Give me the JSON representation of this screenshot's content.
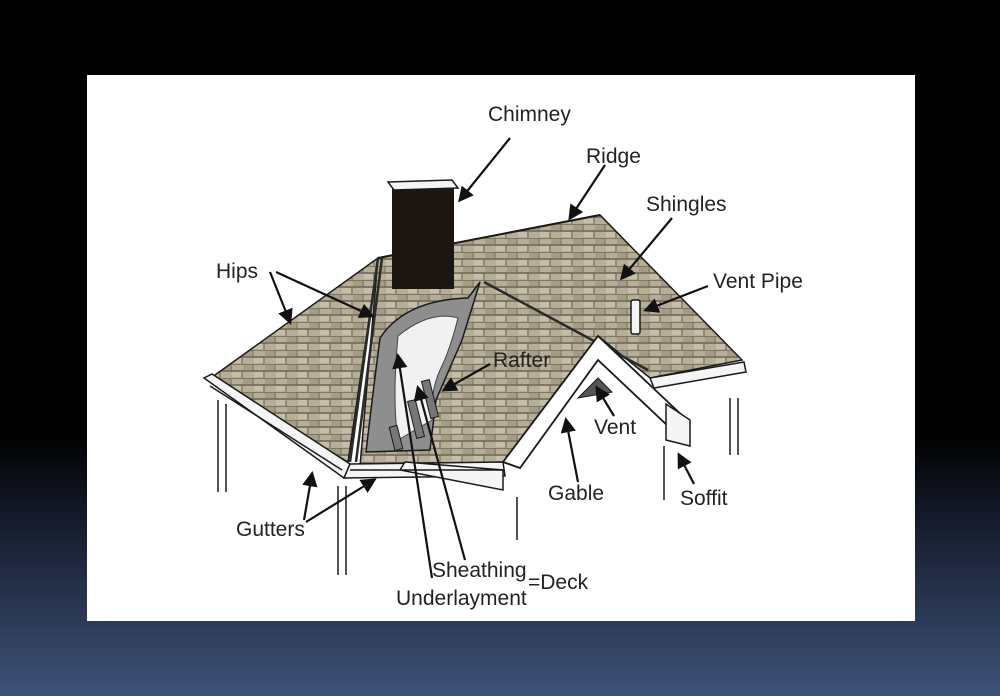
{
  "labels": {
    "chimney": "Chimney",
    "ridge": "Ridge",
    "shingles": "Shingles",
    "vent_pipe": "Vent Pipe",
    "hips": "Hips",
    "rafter": "Rafter",
    "vent": "Vent",
    "gable": "Gable",
    "soffit": "Soffit",
    "gutters": "Gutters",
    "sheathing": "Sheathing",
    "underlayment": "Underlayment",
    "deck": "=Deck"
  },
  "colors": {
    "background_top": "#000000",
    "background_bottom": "#3e5278",
    "panel": "#ffffff",
    "shingle_fill": "#b7ae98",
    "shingle_lines": "#6b6555",
    "chimney": "#1c1612",
    "underlayment": "#8e8e8e",
    "outline": "#1a1a1a"
  }
}
